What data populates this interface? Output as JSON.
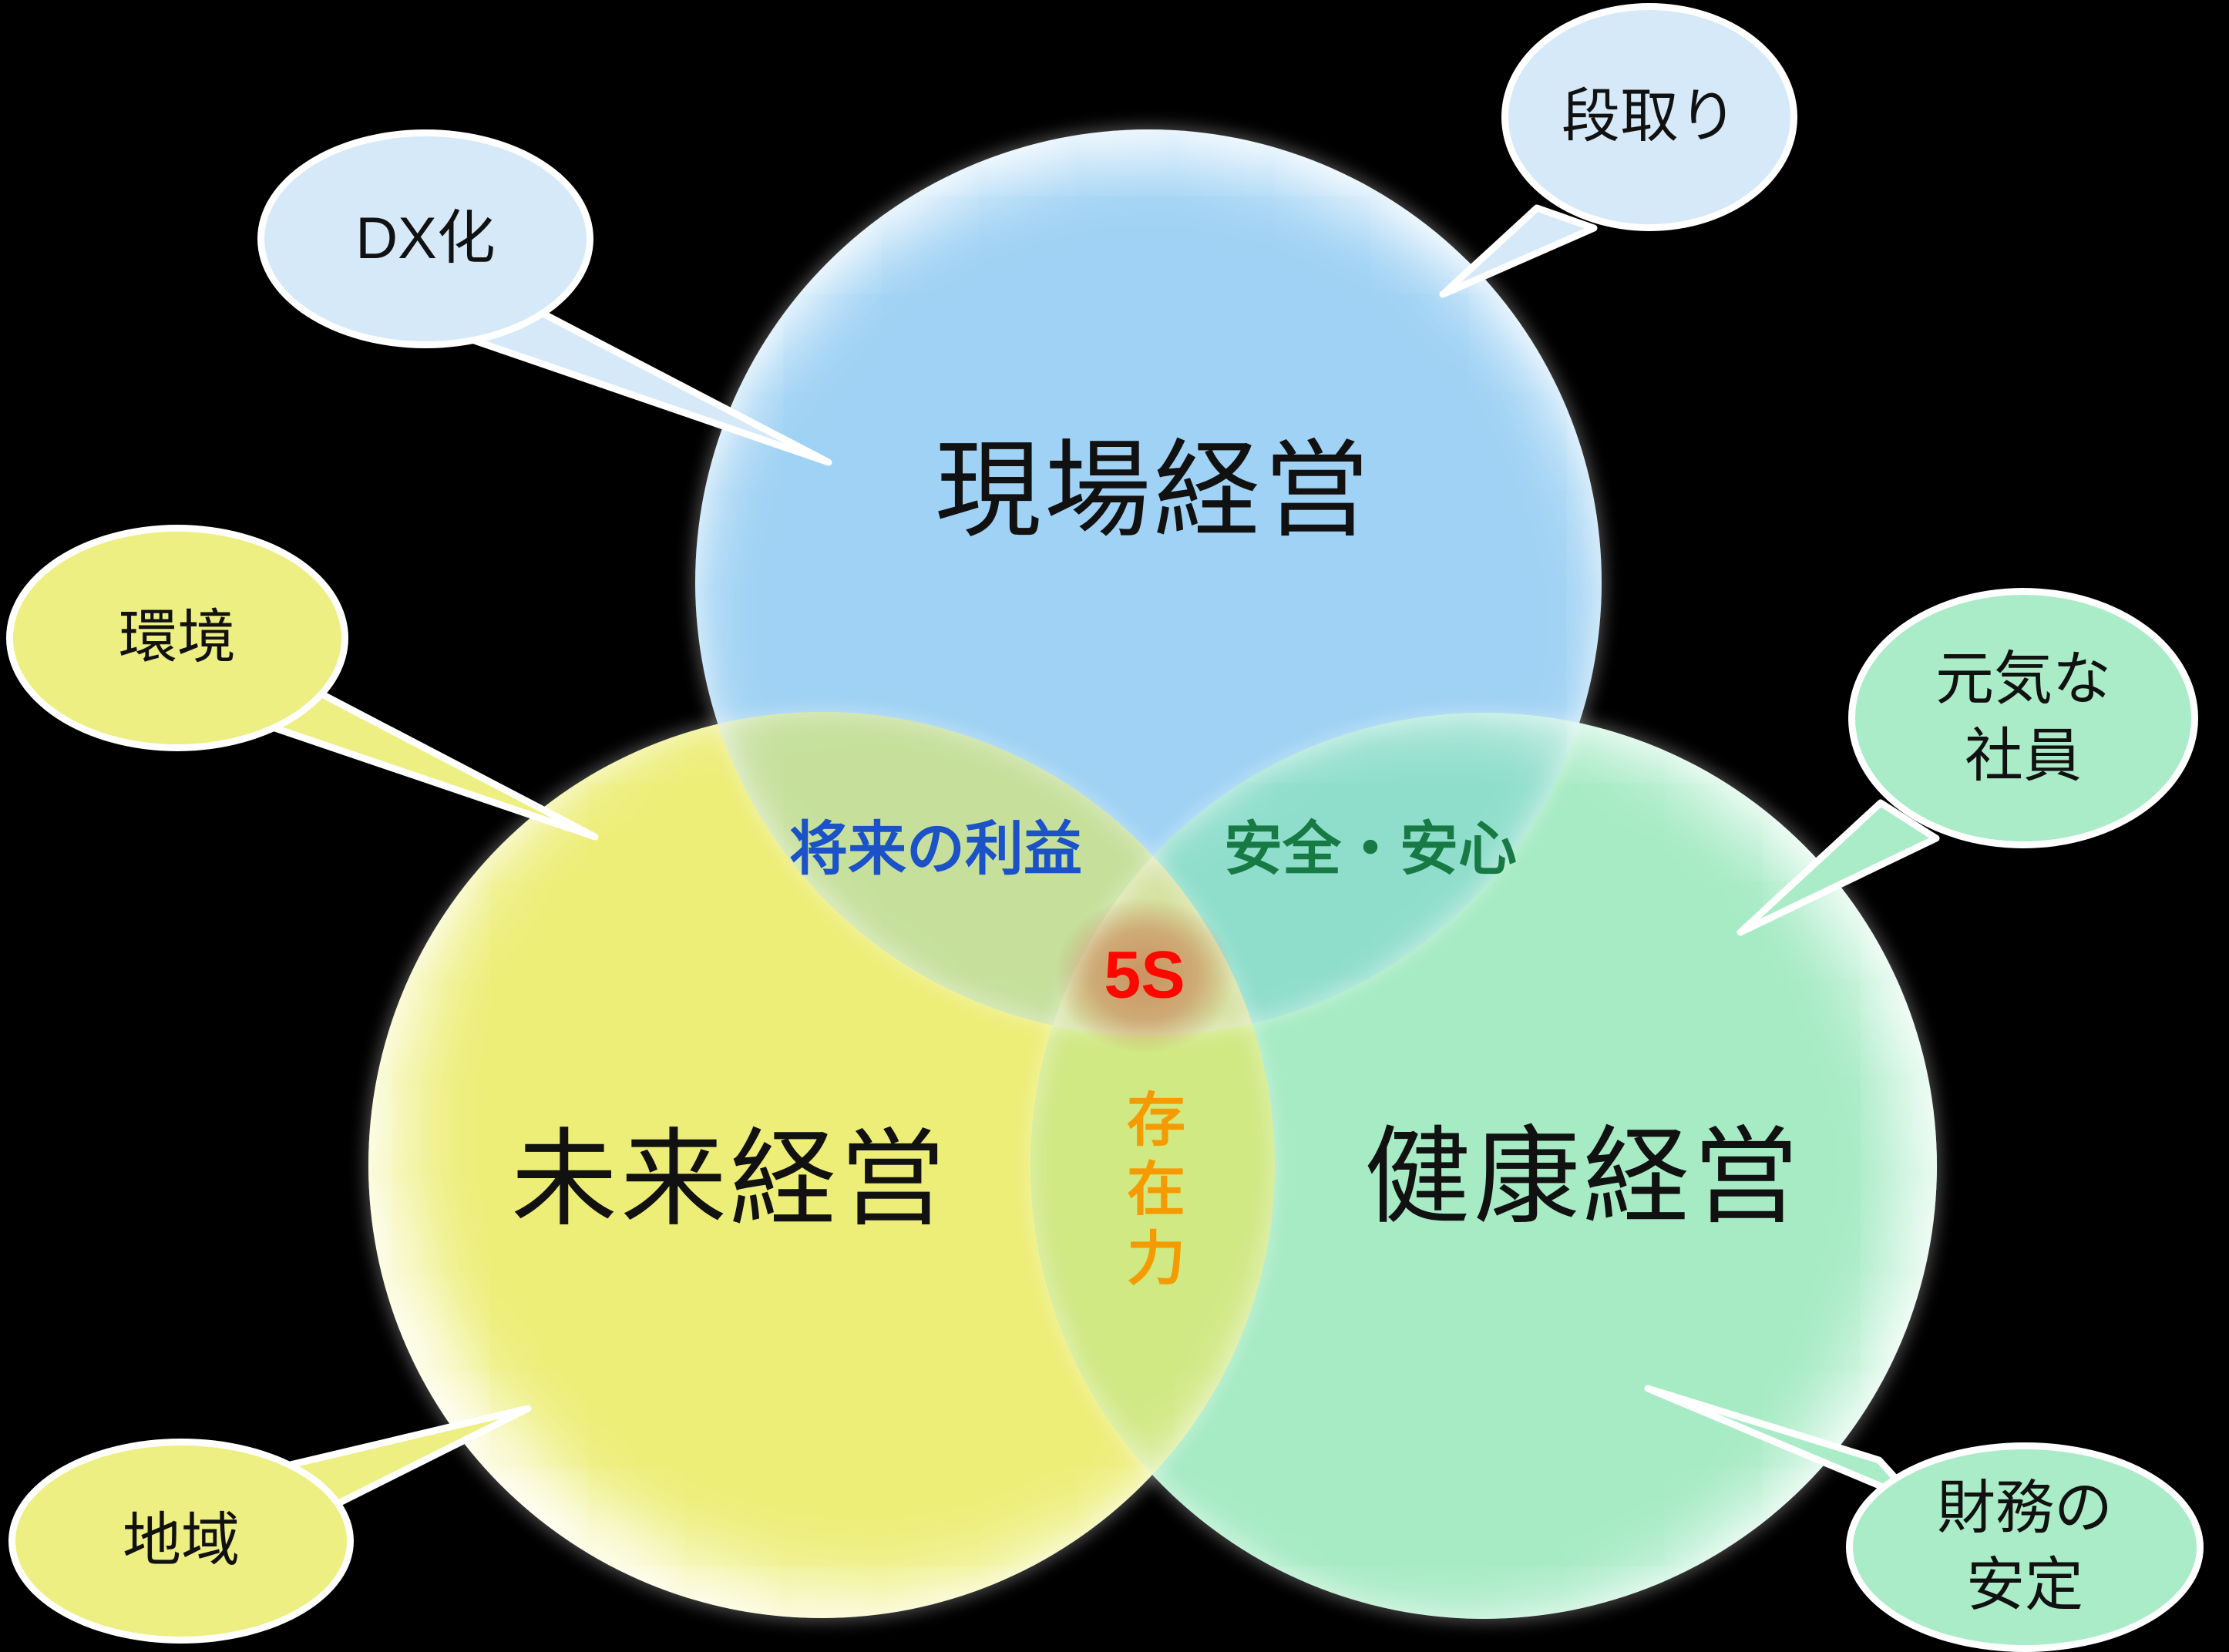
{
  "diagram": {
    "background_color": "#000000",
    "circles": [
      {
        "id": "genba",
        "label": "現場経営",
        "color": "#9FD2F4"
      },
      {
        "id": "mirai",
        "label": "未来経営",
        "color": "#EDEE78"
      },
      {
        "id": "kenko",
        "label": "健康経営",
        "color": "#A6EBC4"
      }
    ],
    "intersections": [
      {
        "id": "mirai-genba",
        "label": "将来の利益",
        "text_color": "#1B52C8",
        "region_color": "#C6E09C"
      },
      {
        "id": "genba-kenko",
        "label": "安全・安心",
        "text_color": "#177A45",
        "region_color": "#8FDECB"
      },
      {
        "id": "mirai-kenko",
        "label": "存在力",
        "text_color": "#F59B00",
        "region_color": "#D0E983",
        "orientation": "vertical"
      },
      {
        "id": "center",
        "label": "5S",
        "text_color": "#FF0600",
        "region_color": "#D6E2A1",
        "glow_color": "#C35F37"
      }
    ],
    "callouts": [
      {
        "id": "dx",
        "label": "DX化",
        "fill": "#D6E9F8",
        "points_to": "genba"
      },
      {
        "id": "dandori",
        "label": "段取り",
        "fill": "#D6E9F8",
        "points_to": "genba"
      },
      {
        "id": "kankyo",
        "label": "環境",
        "fill": "#EDEF82",
        "points_to": "mirai"
      },
      {
        "id": "chiiki",
        "label": "地域",
        "fill": "#EDEF82",
        "points_to": "mirai"
      },
      {
        "id": "genki",
        "label": "元気な社員",
        "lines": [
          "元気な",
          "社員"
        ],
        "fill": "#A9ECC7",
        "points_to": "kenko"
      },
      {
        "id": "zaimu",
        "label": "財務の安定",
        "lines": [
          "財務の",
          "安定"
        ],
        "fill": "#A9ECC7",
        "points_to": "kenko"
      }
    ]
  }
}
